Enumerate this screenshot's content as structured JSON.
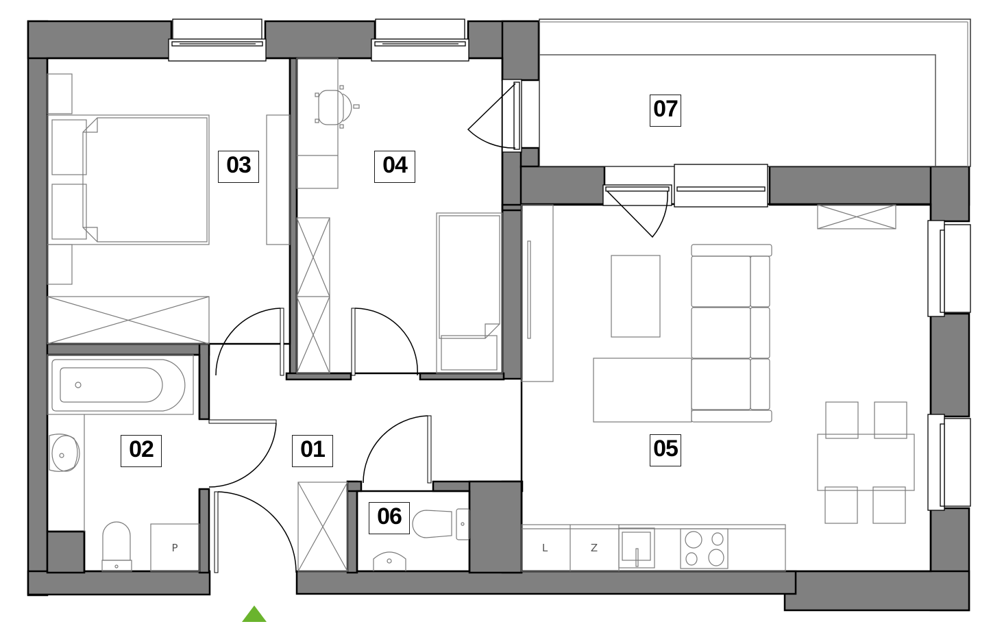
{
  "plan": {
    "colors": {
      "wall_fill": "#808080",
      "wall_stroke": "#000000",
      "furniture_stroke": "#7a7a7a",
      "floor": "#ffffff",
      "entry_arrow": "#6ab42d"
    },
    "rooms": [
      {
        "id": "01",
        "label": "01",
        "name": "hallway"
      },
      {
        "id": "02",
        "label": "02",
        "name": "bathroom"
      },
      {
        "id": "03",
        "label": "03",
        "name": "bedroom"
      },
      {
        "id": "04",
        "label": "04",
        "name": "room"
      },
      {
        "id": "05",
        "label": "05",
        "name": "living-room-with-kitchen"
      },
      {
        "id": "06",
        "label": "06",
        "name": "wc"
      },
      {
        "id": "07",
        "label": "07",
        "name": "balcony"
      }
    ],
    "fixtures": {
      "washer": "P",
      "fridge": "L",
      "dishwasher": "Z"
    },
    "entry_icon": "entry-arrow-icon"
  }
}
